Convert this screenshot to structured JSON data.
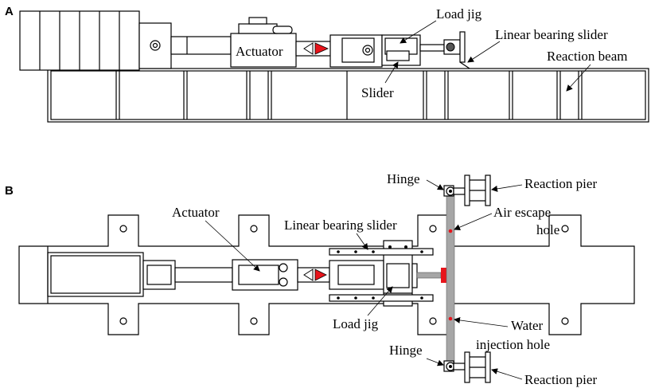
{
  "panels": {
    "a": {
      "letter": "A",
      "labels": {
        "actuator": "Actuator",
        "load_jig": "Load jig",
        "linear_bearing_slider": "Linear bearing slider",
        "reaction_beam": "Reaction beam",
        "slider": "Slider"
      }
    },
    "b": {
      "letter": "B",
      "labels": {
        "actuator": "Actuator",
        "hinge_top": "Hinge",
        "reaction_pier_top": "Reaction pier",
        "air_escape_1": "Air escape",
        "air_escape_2": "hole",
        "linear_bearing_slider": "Linear bearing slider",
        "load_jig": "Load jig",
        "water_injection_1": "Water",
        "water_injection_2": "injection hole",
        "hinge_bottom": "Hinge",
        "reaction_pier_bottom": "Reaction pier"
      }
    }
  },
  "colors": {
    "line": "#000000",
    "accent_red": "#e8141b",
    "pipe_grey": "#a6a6a6"
  }
}
